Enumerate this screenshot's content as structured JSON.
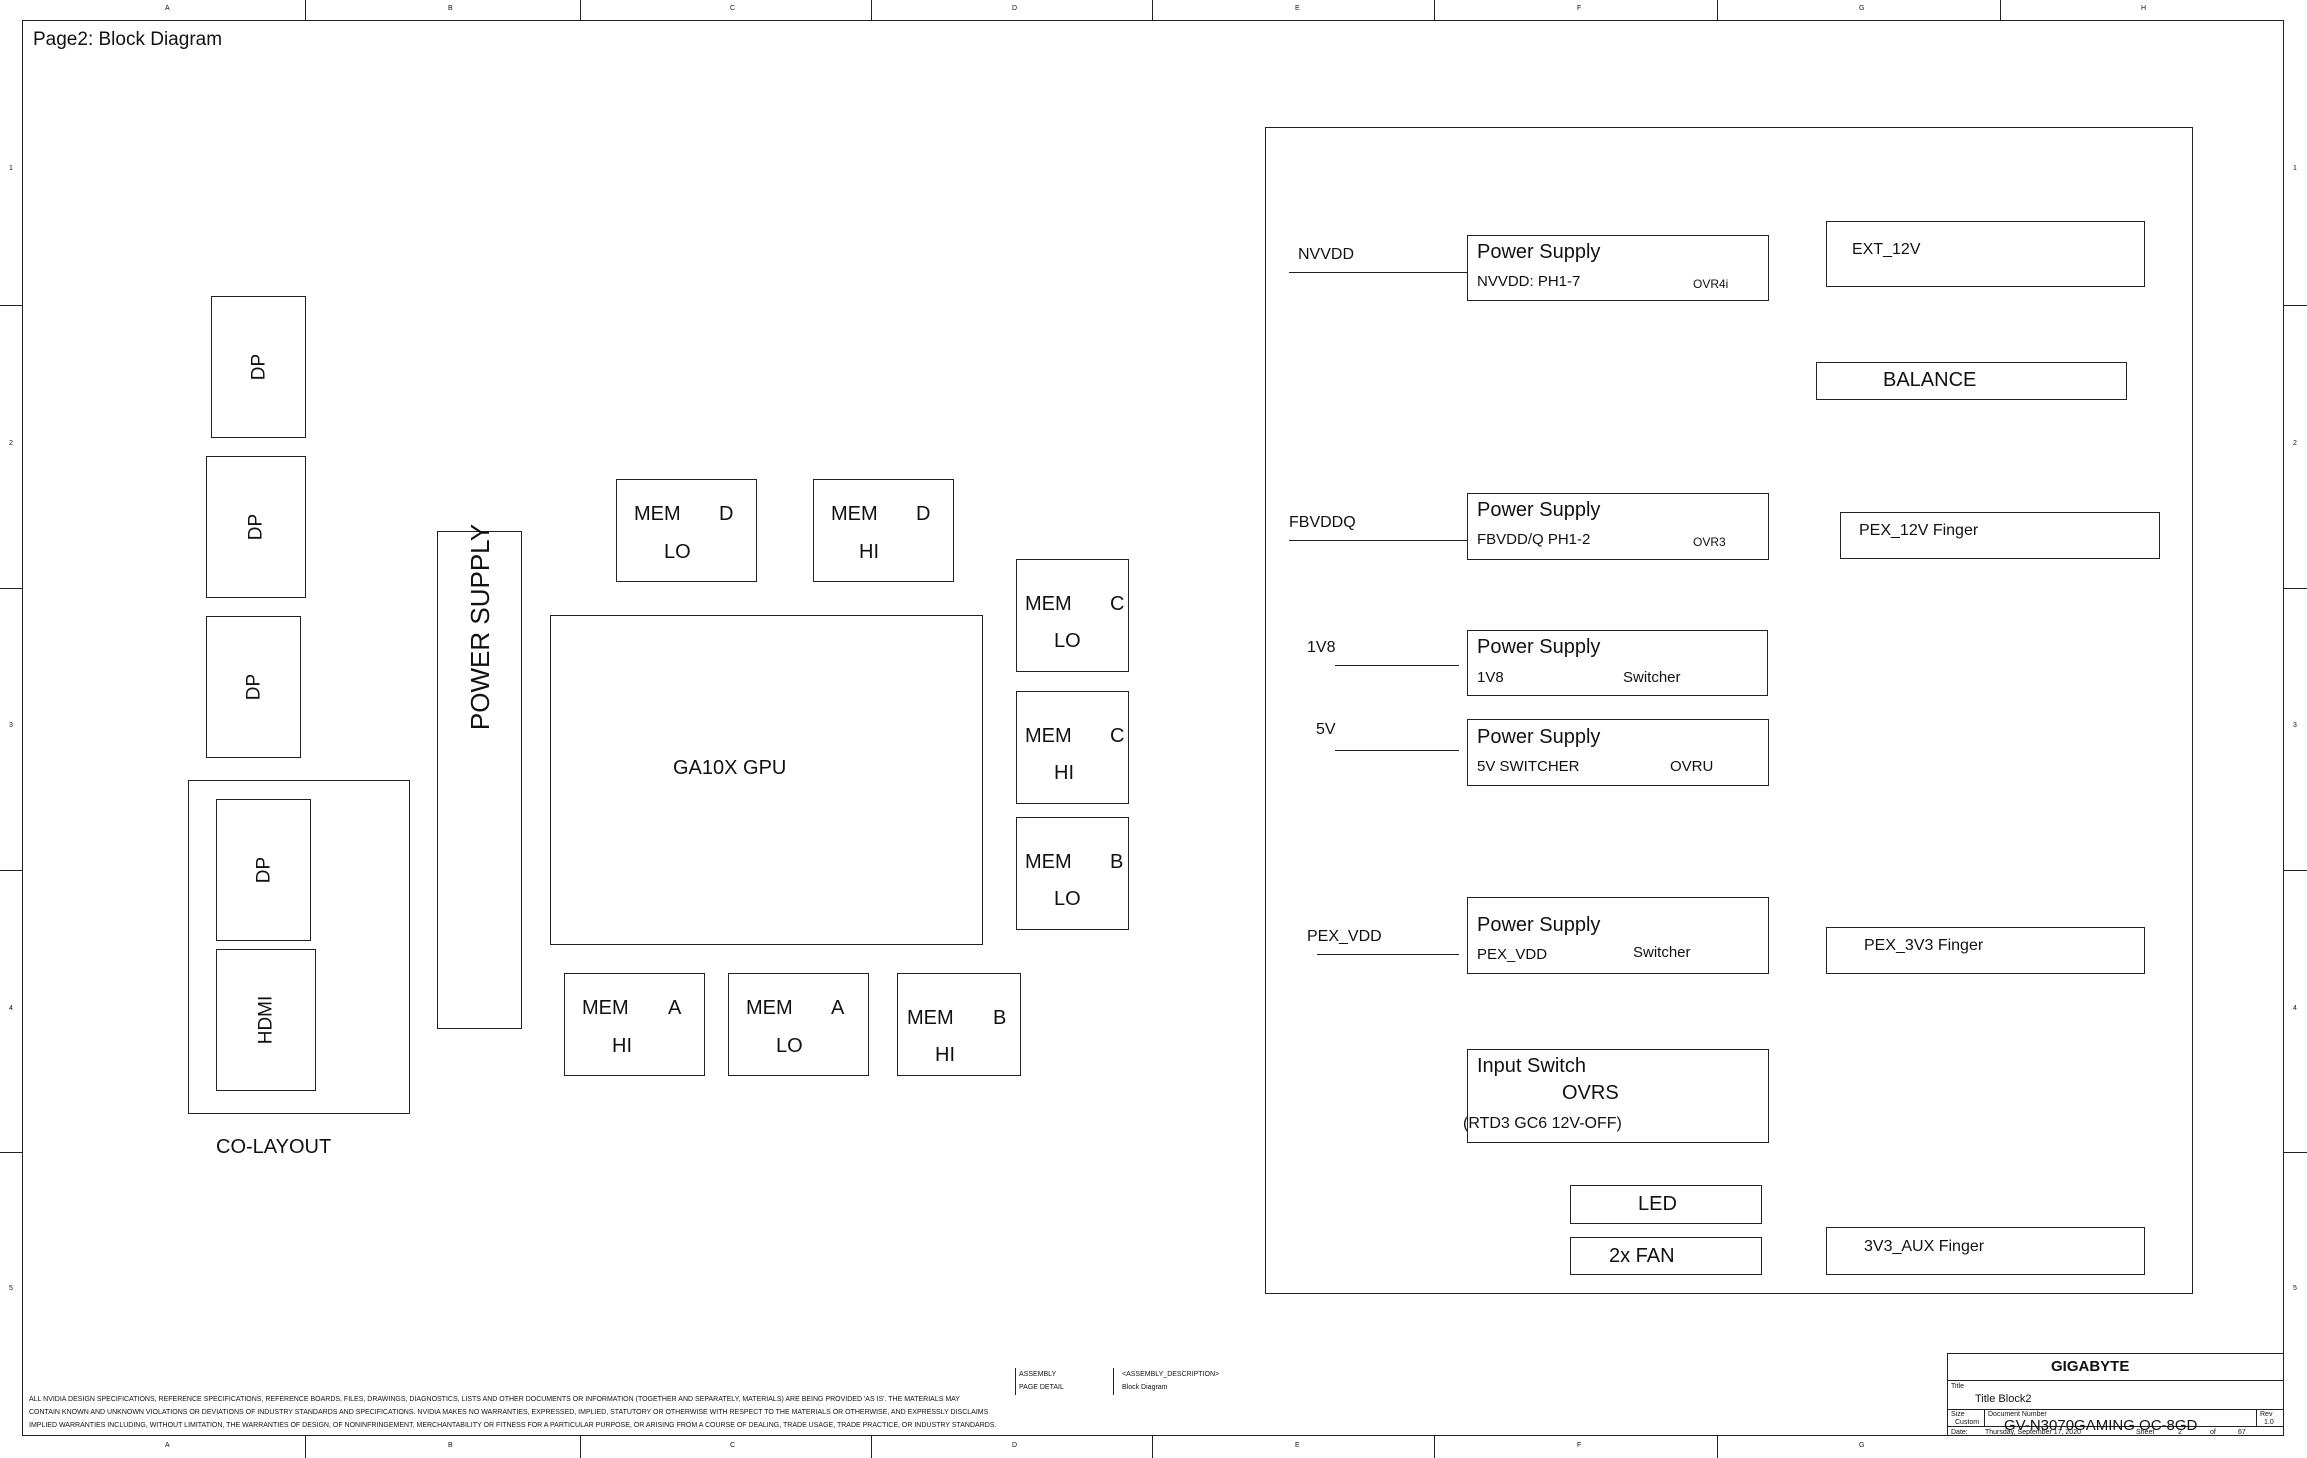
{
  "page": {
    "title": "Page2: Block Diagram"
  },
  "ruler": {
    "columns": [
      "A",
      "B",
      "C",
      "D",
      "E",
      "F",
      "G",
      "H"
    ],
    "rows": [
      "1",
      "2",
      "3",
      "4",
      "5"
    ]
  },
  "left": {
    "connectors": [
      "DP",
      "DP",
      "DP"
    ],
    "colayout": {
      "dp": "DP",
      "hdmi": "HDMI",
      "label": "CO-LAYOUT"
    },
    "power_supply": "POWER SUPPLY"
  },
  "gpu": {
    "label": "GA10X GPU"
  },
  "mem": {
    "d_lo": {
      "a": "MEM",
      "b": "D",
      "c": "LO"
    },
    "d_hi": {
      "a": "MEM",
      "b": "D",
      "c": "HI"
    },
    "c_lo": {
      "a": "MEM",
      "b": "C",
      "c": "LO"
    },
    "c_hi": {
      "a": "MEM",
      "b": "C",
      "c": "HI"
    },
    "b_lo": {
      "a": "MEM",
      "b": "B",
      "c": "LO"
    },
    "a_hi": {
      "a": "MEM",
      "b": "A",
      "c": "HI"
    },
    "a_lo": {
      "a": "MEM",
      "b": "A",
      "c": "LO"
    },
    "b_hi": {
      "a": "MEM",
      "b": "B",
      "c": "HI"
    }
  },
  "power": {
    "nvvdd": {
      "rail": "NVVDD",
      "title": "Power Supply",
      "sub": "NVVDD: PH1-7",
      "tag": "OVR4i"
    },
    "fbvddq": {
      "rail": "FBVDDQ",
      "title": "Power Supply",
      "sub": "FBVDD/Q PH1-2",
      "tag": "OVR3"
    },
    "v1v8": {
      "rail": "1V8",
      "title": "Power Supply",
      "sub": "1V8",
      "tag": "Switcher"
    },
    "v5v": {
      "rail": "5V",
      "title": "Power Supply",
      "sub": "5V SWITCHER",
      "tag": "OVRU"
    },
    "pexvdd": {
      "rail": "PEX_VDD",
      "title": "Power Supply",
      "sub": "PEX_VDD",
      "tag": "Switcher"
    },
    "input_switch": {
      "title": "Input Switch",
      "sub": "OVRS",
      "note": "(RTD3 GC6 12V-OFF)"
    },
    "ext12v": "EXT_12V",
    "balance": "BALANCE",
    "pex12v": "PEX_12V Finger",
    "pex3v3": "PEX_3V3 Finger",
    "aux3v3": "3V3_AUX Finger",
    "led": "LED",
    "fan": "2x FAN"
  },
  "footer": {
    "disclaimer_1": "ALL NVIDIA DESIGN SPECIFICATIONS, REFERENCE SPECIFICATIONS, REFERENCE BOARDS, FILES, DRAWINGS, DIAGNOSTICS, LISTS AND OTHER DOCUMENTS OR INFORMATION (TOGETHER AND SEPARATELY, MATERIALS) ARE BEING PROVIDED 'AS IS'. THE MATERIALS MAY",
    "disclaimer_2": "CONTAIN KNOWN AND UNKNOWN VIOLATIONS OR DEVIATIONS OF INDUSTRY STANDARDS AND SPECIFICATIONS. NVIDIA MAKES NO WARRANTIES, EXPRESSED, IMPLIED, STATUTORY OR OTHERWISE WITH RESPECT TO THE MATERIALS OR OTHERWISE, AND EXPRESSLY DISCLAIMS",
    "disclaimer_3": "IMPLIED WARRANTIES INCLUDING, WITHOUT LIMITATION, THE WARRANTIES OF DESIGN, OF NONINFRINGEMENT, MERCHANTABILITY OR FITNESS FOR A PARTICULAR PURPOSE, OR ARISING FROM A COURSE OF DEALING, TRADE USAGE, TRADE PRACTICE, OR INDUSTRY STANDARDS.",
    "assembly_label": "ASSEMBLY",
    "page_detail_label": "PAGE DETAIL",
    "assembly_value": "<ASSEMBLY_DESCRIPTION>",
    "page_detail_value": "Block Diagram"
  },
  "title_block": {
    "company": "GIGABYTE",
    "title_label": "Title",
    "title": "Title Block2",
    "size_label": "Size",
    "size": "Custom",
    "docnum_label": "Document Number",
    "docnum": "GV-N3070GAMING OC-8GD",
    "rev_label": "Rev",
    "rev": "1.0",
    "date_label": "Date:",
    "date": "Thursday, September 17, 2020",
    "sheet_label": "Sheet",
    "sheet": "2",
    "of_label": "of",
    "sheets": "67"
  }
}
